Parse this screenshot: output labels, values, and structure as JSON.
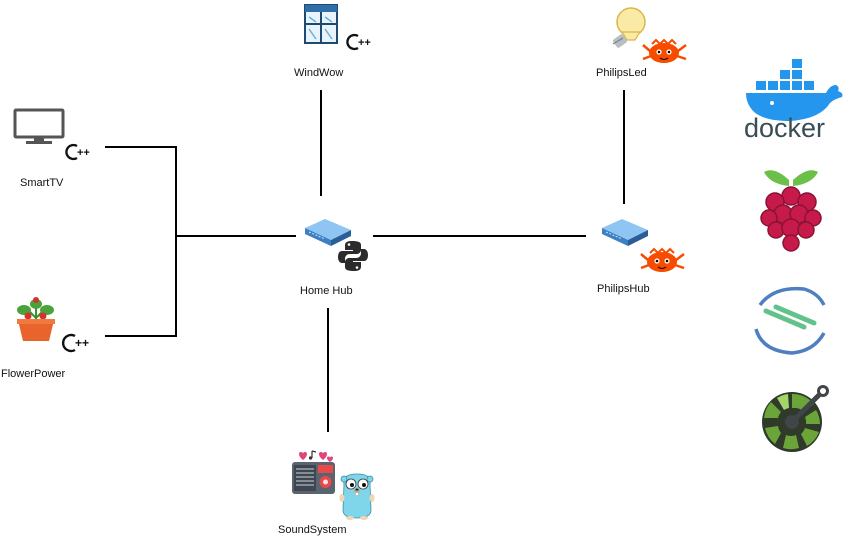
{
  "nodes": {
    "windwow": {
      "label": "WindWow",
      "lang": "C++",
      "icon": "window-icon"
    },
    "philipsled": {
      "label": "PhilipsLed",
      "lang": "Rust",
      "icon": "lightbulb-icon"
    },
    "smarttv": {
      "label": "SmartTV",
      "lang": "C++",
      "icon": "monitor-icon"
    },
    "flowerpower": {
      "label": "FlowerPower",
      "lang": "C++",
      "icon": "flower-pot-icon"
    },
    "homehub": {
      "label": "Home Hub",
      "lang": "Python",
      "icon": "hub-device-icon"
    },
    "philipshub": {
      "label": "PhilipsHub",
      "lang": "Rust",
      "icon": "hub-device-icon"
    },
    "soundsystem": {
      "label": "SoundSystem",
      "lang": "Go",
      "icon": "radio-icon"
    }
  },
  "lang_badges": {
    "cpp": "C++"
  },
  "tech_logos": {
    "docker": "docker",
    "raspberry": "raspberry-pi-logo",
    "swarm": "swarm-logo",
    "openapi": "openapi-logo"
  },
  "colors": {
    "line": "#000000",
    "docker_blue": "#2496ED",
    "docker_text": "#394D54",
    "raspberry_red": "#C51A4A",
    "raspberry_green": "#6CC04A",
    "rust_orange": "#F74C00",
    "python_dark": "#2B2B2B",
    "hub_blue": "#4A90D9",
    "go_cyan": "#7FD5EA",
    "openapi_green": "#6BA539"
  }
}
